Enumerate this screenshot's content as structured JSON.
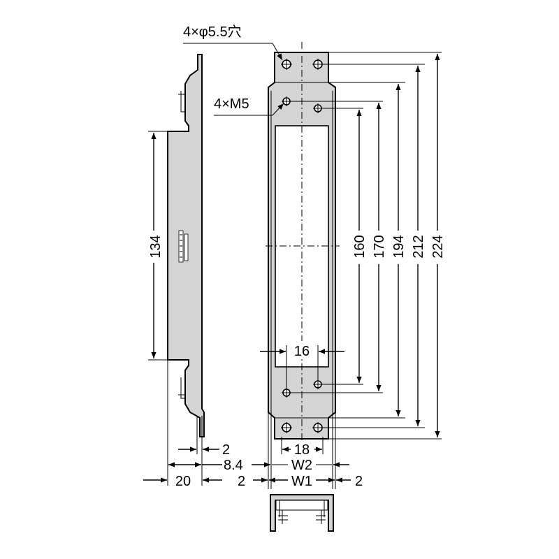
{
  "labels": {
    "holes_note": "4×φ5.5穴",
    "thread_note": "4×M5",
    "dim_134": "134",
    "dim_160": "160",
    "dim_170": "170",
    "dim_194": "194",
    "dim_212": "212",
    "dim_224": "224",
    "dim_16": "16",
    "dim_18": "18",
    "dim_2_side": "2",
    "dim_8_4": "8.4",
    "dim_20": "20",
    "dim_2_left": "2",
    "dim_2_right": "2",
    "dim_w2": "W2",
    "dim_w1": "W1"
  },
  "colors": {
    "part_fill": "#d4d4d4",
    "line": "#000000",
    "background": "#ffffff"
  }
}
